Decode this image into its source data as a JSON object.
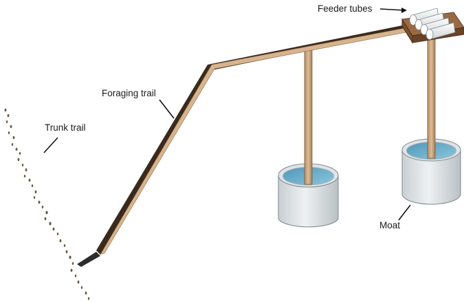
{
  "labels": {
    "feeder_tubes": "Feeder tubes",
    "foraging_trail": "Foraging trail",
    "trunk_trail": "Trunk trail",
    "moat": "Moat"
  },
  "colors": {
    "wood_light": "#d7b48e",
    "wood_dark": "#3a2a1c",
    "platform": "#8a5a36",
    "water": "#5fa8c8",
    "bucket": "#dde3e6",
    "bucket_rim": "#c2c9cd",
    "ant": "#6b5a44"
  },
  "icons": [
    "arrow-pointer",
    "ant-marks"
  ]
}
